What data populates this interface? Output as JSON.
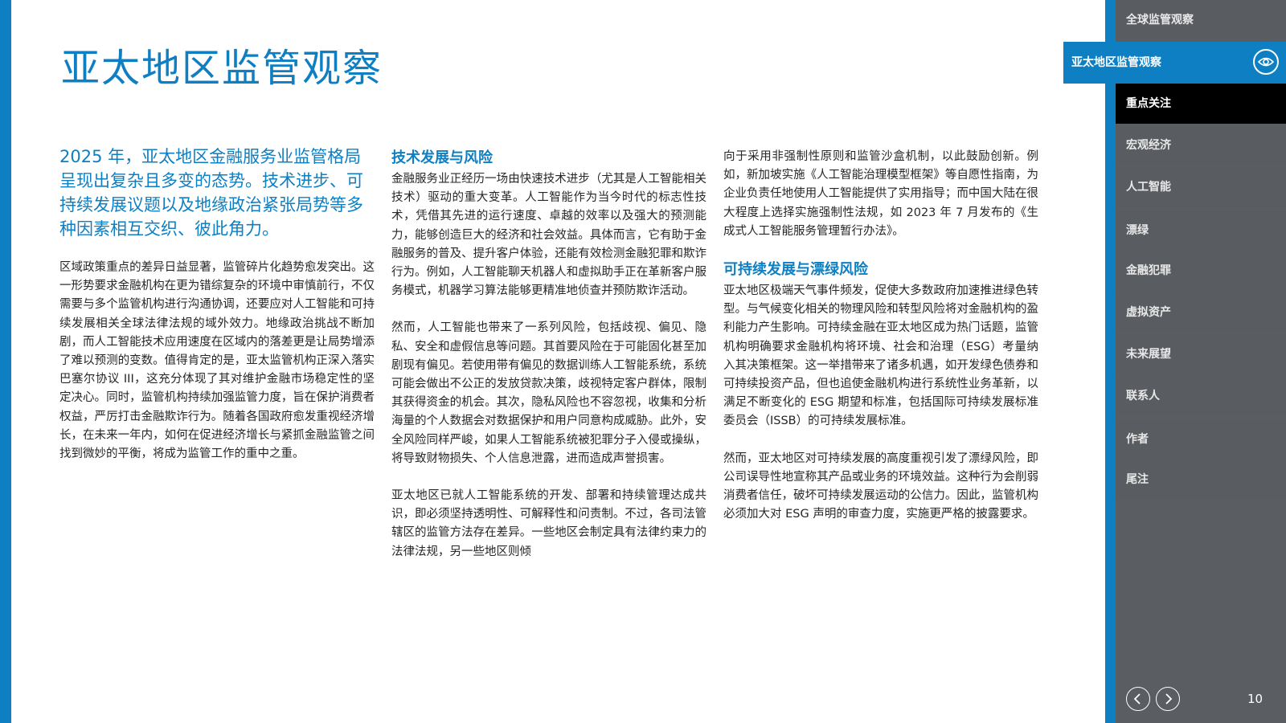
{
  "title": "亚太地区监管观察",
  "lead": "2025 年，亚太地区金融服务业监管格局呈现出复杂且多变的态势。技术进步、可持续发展议题以及地缘政治紧张局势等多种因素相互交织、彼此角力。",
  "col1_p1": "区域政策重点的差异日益显著，监管碎片化趋势愈发突出。这一形势要求金融机构在更为错综复杂的环境中审慎前行，不仅需要与多个监管机构进行沟通协调，还要应对人工智能和可持续发展相关全球法律法规的域外效力。地缘政治挑战不断加剧，而人工智能技术应用速度在区域内的落差更是让局势增添了难以预测的变数。值得肯定的是，亚太监管机构正深入落实巴塞尔协议 III，这充分体现了其对维护金融市场稳定性的坚定决心。同时，监管机构持续加强监管力度，旨在保护消费者权益，严厉打击金融欺诈行为。随着各国政府愈发重视经济增长，在未来一年内，如何在促进经济增长与紧抓金融监管之间找到微妙的平衡，将成为监管工作的重中之重。",
  "col2_heading": "技术发展与风险",
  "col2_p1": "金融服务业正经历一场由快速技术进步（尤其是人工智能相关技术）驱动的重大变革。人工智能作为当今时代的标志性技术，凭借其先进的运行速度、卓越的效率以及强大的预测能力，能够创造巨大的经济和社会效益。具体而言，它有助于金融服务的普及、提升客户体验，还能有效检测金融犯罪和欺诈行为。例如，人工智能聊天机器人和虚拟助手正在革新客户服务模式，机器学习算法能够更精准地侦查并预防欺诈活动。",
  "col2_p2": "然而，人工智能也带来了一系列风险，包括歧视、偏见、隐私、安全和虚假信息等问题。其首要风险在于可能固化甚至加剧现有偏见。若使用带有偏见的数据训练人工智能系统，系统可能会做出不公正的发放贷款决策，歧视特定客户群体，限制其获得资金的机会。其次，隐私风险也不容忽视，收集和分析海量的个人数据会对数据保护和用户同意构成威胁。此外，安全风险同样严峻，如果人工智能系统被犯罪分子入侵或操纵，将导致财物损失、个人信息泄露，进而造成声誉损害。",
  "col2_p3": "亚太地区已就人工智能系统的开发、部署和持续管理达成共识，即必须坚持透明性、可解释性和问责制。不过，各司法管辖区的监管方法存在差异。一些地区会制定具有法律约束力的法律法规，另一些地区则倾",
  "col3_p1": "向于采用非强制性原则和监管沙盒机制，以此鼓励创新。例如，新加坡实施《人工智能治理模型框架》等自愿性指南，为企业负责任地使用人工智能提供了实用指导；而中国大陆在很大程度上选择实施强制性法规，如 2023 年 7 月发布的《生成式人工智能服务管理暂行办法》。",
  "col3_heading": "可持续发展与漂绿风险",
  "col3_p2": "亚太地区极端天气事件频发，促使大多数政府加速推进绿色转型。与气候变化相关的物理风险和转型风险将对金融机构的盈利能力产生影响。可持续金融在亚太地区成为热门话题，监管机构明确要求金融机构将环境、社会和治理（ESG）考量纳入其决策框架。这一举措带来了诸多机遇，如开发绿色债券和可持续投资产品，但也追使金融机构进行系统性业务革新，以满足不断变化的 ESG 期望和标准，包括国际可持续发展标准委员会（ISSB）的可持续发展标准。",
  "col3_p3": "然而，亚太地区对可持续发展的高度重视引发了漂绿风险，即公司误导性地宣称其产品或业务的环境效益。这种行为会削弱消费者信任，破坏可持续发展运动的公信力。因此，监管机构必须加大对 ESG 声明的审查力度，实施更严格的披露要求。",
  "nav": {
    "global": "全球监管观察",
    "apac": "亚太地区监管观察",
    "focus": "重点关注",
    "macro": "宏观经济",
    "ai": "人工智能",
    "greenwash": "漂绿",
    "crime": "金融犯罪",
    "crypto": "虚拟资产",
    "outlook": "未来展望",
    "contacts": "联系人",
    "authors": "作者",
    "endnotes": "尾注"
  },
  "page_number": "10",
  "colors": {
    "accent": "#0d7fc2",
    "sidebar": "#5a5d61",
    "active_black": "#000000"
  },
  "icons": [
    "eye-icon",
    "chevron-left-icon",
    "chevron-right-icon"
  ]
}
